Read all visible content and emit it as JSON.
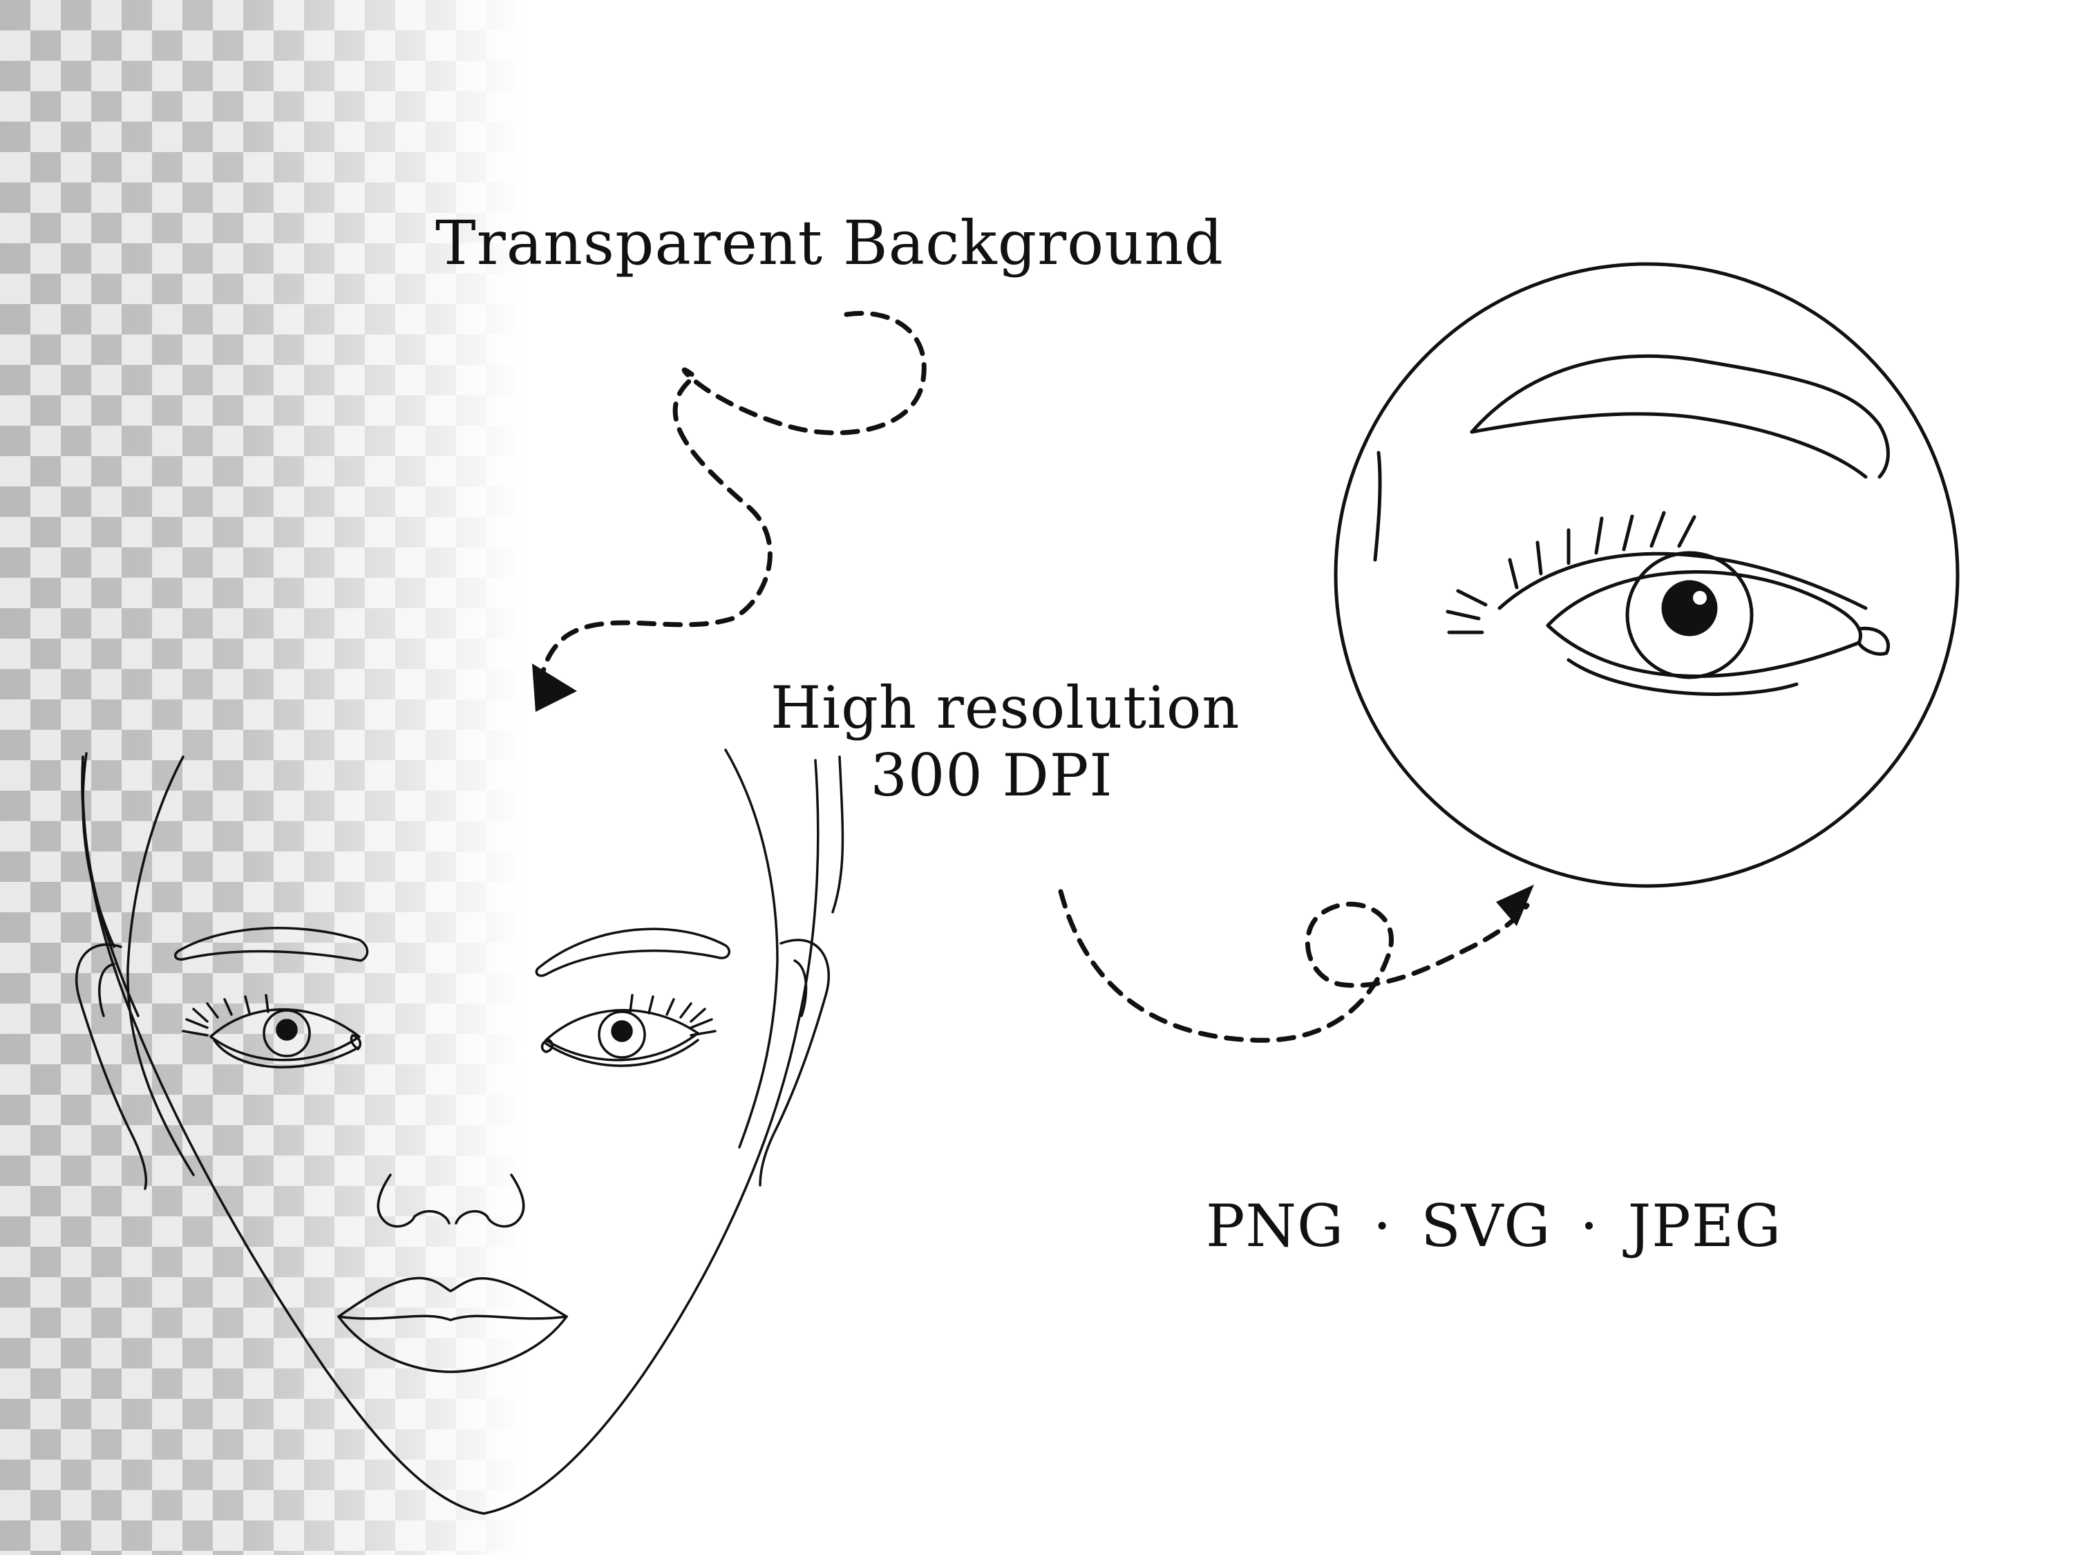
{
  "texts": {
    "transparent_background": "Transparent Background",
    "high_resolution_line1": "High resolution",
    "high_resolution_line2": "300 DPI",
    "formats": "PNG · SVG · JPEG"
  },
  "colors": {
    "ink": "#111111",
    "background": "#ffffff",
    "checker_dark": "#bdbdbd",
    "checker_light": "#e6e6e6"
  },
  "illustrations": {
    "face": "face-line-art",
    "eye_zoom": "eye-closeup-circle",
    "checkerboard": "transparency-checkerboard"
  }
}
